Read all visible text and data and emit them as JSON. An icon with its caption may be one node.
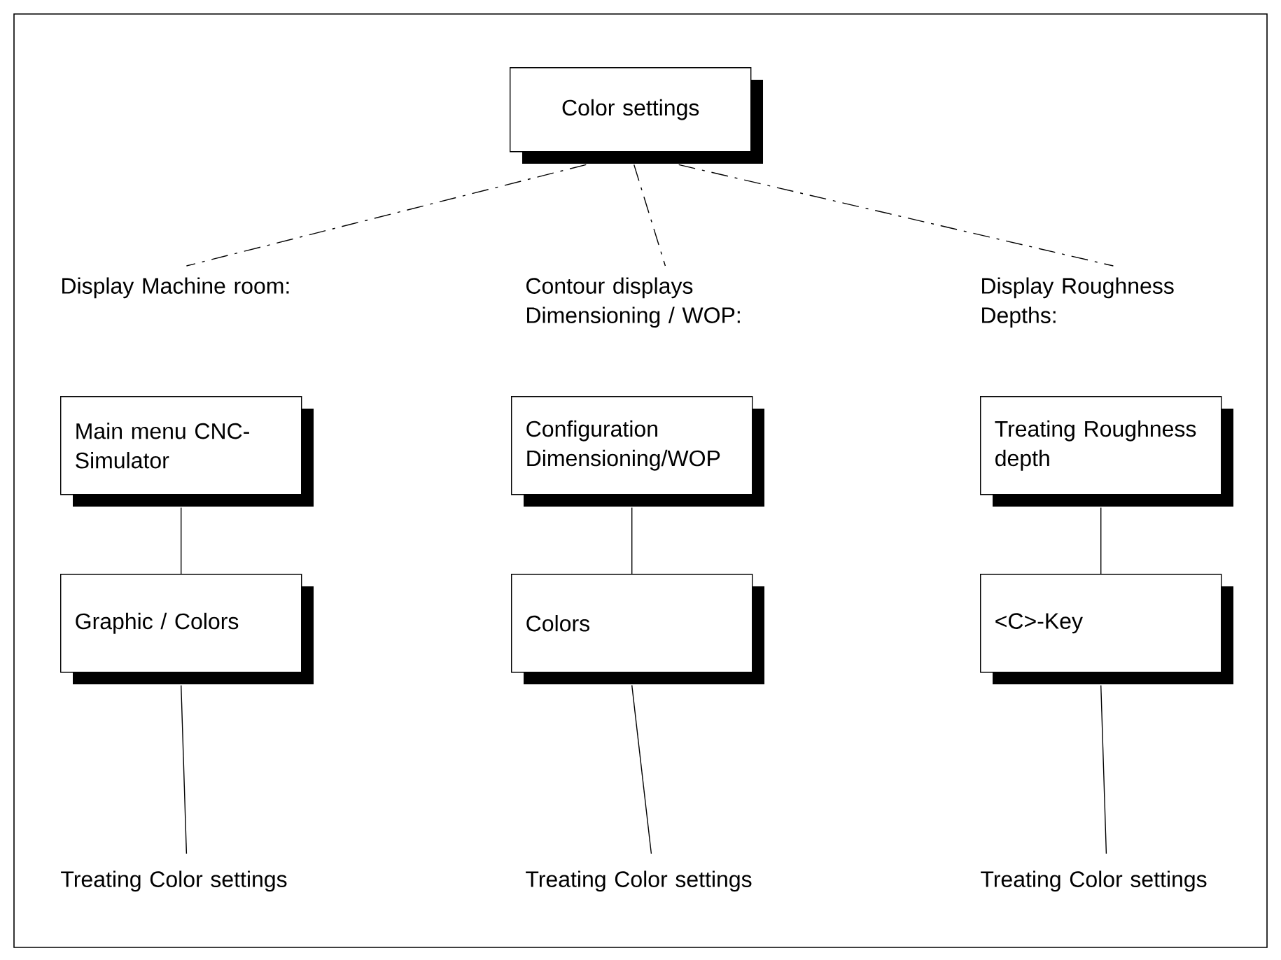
{
  "diagram": {
    "nodes": [
      {
        "text": [
          "Color settings"
        ]
      },
      {
        "text": [
          "Display Machine room:"
        ]
      },
      {
        "text": [
          "Contour displays Dimensioning / WOP:"
        ]
      },
      {
        "text": [
          "Display Roughness Depths:"
        ]
      },
      {
        "text": [
          "Main menu CNC-Simulator"
        ]
      },
      {
        "text": [
          "Configuration Dimensioning/WOP"
        ]
      },
      {
        "text": [
          "Treating Roughness depth"
        ]
      },
      {
        "text": [
          "Graphic / Colors"
        ]
      },
      {
        "text": [
          "Colors"
        ]
      },
      {
        "text": [
          "<C>-Key"
        ]
      },
      {
        "text": [
          "Treating Color settings"
        ]
      },
      {
        "text": [
          "Treating Color settings"
        ]
      },
      {
        "text": [
          "Treating Color settings"
        ]
      }
    ],
    "edges": [
      {
        "from": 0,
        "to": 1,
        "arrow": "none",
        "style": "dashed"
      },
      {
        "from": 0,
        "to": 2,
        "arrow": "none",
        "style": "dashed"
      },
      {
        "from": 0,
        "to": 3,
        "arrow": "none",
        "style": "dashed"
      },
      {
        "from": 4,
        "to": 7,
        "arrow": "none"
      },
      {
        "from": 5,
        "to": 8,
        "arrow": "none"
      },
      {
        "from": 6,
        "to": 9,
        "arrow": "none"
      },
      {
        "from": 7,
        "to": 10,
        "arrow": "none"
      },
      {
        "from": 8,
        "to": 11,
        "arrow": "none"
      },
      {
        "from": 9,
        "to": 12,
        "arrow": "none"
      }
    ]
  }
}
